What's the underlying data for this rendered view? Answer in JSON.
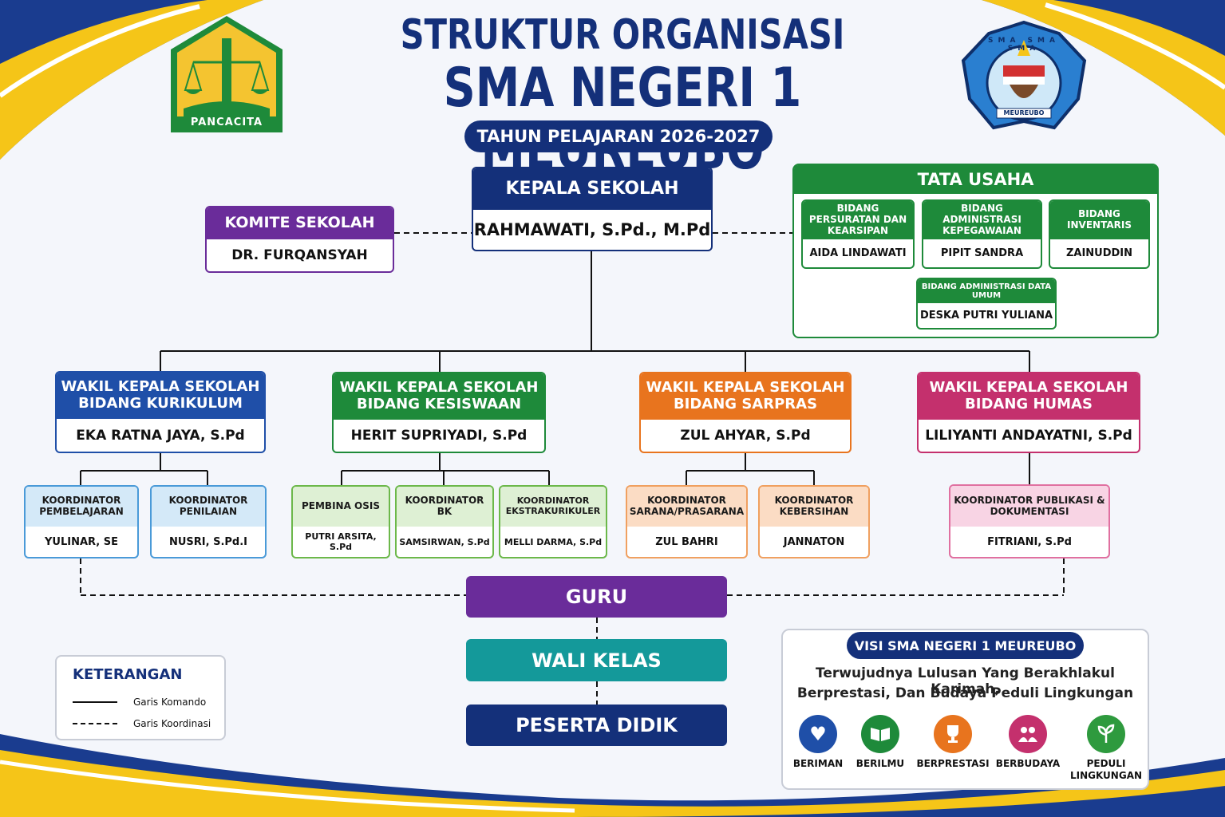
{
  "header": {
    "title_line1": "STRUKTUR ORGANISASI",
    "title_line2": "SMA NEGERI 1 MEUREUBO",
    "year": "TAHUN PELAJARAN 2026-2027",
    "logo_left_text": "PANCACITA",
    "logo_right_ring": "SMA SMA SMA",
    "logo_right_label": "MEUREUBO"
  },
  "kepala": {
    "title": "KEPALA SEKOLAH",
    "name": "RAHMAWATI, S.Pd., M.Pd"
  },
  "komite": {
    "title": "KOMITE SEKOLAH",
    "name": "DR. FURQANSYAH"
  },
  "tata_usaha": {
    "title": "TATA USAHA",
    "units": [
      {
        "title": "BIDANG PERSURATAN DAN KEARSIPAN",
        "name": "AIDA LINDAWATI"
      },
      {
        "title": "BIDANG ADMINISTRASI KEPEGAWAIAN",
        "name": "PIPIT SANDRA"
      },
      {
        "title": "BIDANG INVENTARIS",
        "name": "ZAINUDDIN"
      },
      {
        "title": "BIDANG ADMINISTRASI DATA UMUM",
        "name": "DESKA PUTRI YULIANA"
      }
    ]
  },
  "wakil": [
    {
      "title1": "WAKIL KEPALA SEKOLAH",
      "title2": "BIDANG KURIKULUM",
      "name": "EKA RATNA JAYA, S.Pd"
    },
    {
      "title1": "WAKIL KEPALA SEKOLAH",
      "title2": "BIDANG KESISWAAN",
      "name": "HERIT SUPRIYADI, S.Pd"
    },
    {
      "title1": "WAKIL KEPALA SEKOLAH",
      "title2": "BIDANG SARPRAS",
      "name": "ZUL AHYAR, S.Pd"
    },
    {
      "title1": "WAKIL KEPALA SEKOLAH",
      "title2": "BIDANG HUMAS",
      "name": "LILIYANTI ANDAYATNI, S.Pd"
    }
  ],
  "koordinator": [
    {
      "title": "KOORDINATOR PEMBELAJARAN",
      "name": "YULINAR, SE"
    },
    {
      "title": "KOORDINATOR PENILAIAN",
      "name": "NUSRI, S.Pd.I"
    },
    {
      "title": "PEMBINA OSIS",
      "name": "PUTRI ARSITA, S.Pd"
    },
    {
      "title": "KOORDINATOR BK",
      "name": "SAMSIRWAN, S.Pd"
    },
    {
      "title": "KOORDINATOR EKSTRAKURIKULER",
      "name": "MELLI DARMA, S.Pd"
    },
    {
      "title": "KOORDINATOR SARANA/PRASARANA",
      "name": "ZUL BAHRI"
    },
    {
      "title": "KOORDINATOR KEBERSIHAN",
      "name": "JANNATON"
    },
    {
      "title": "KOORDINATOR PUBLIKASI & DOKUMENTASI",
      "name": "FITRIANI, S.Pd"
    }
  ],
  "bottom": {
    "guru": "GURU",
    "wali": "WALI KELAS",
    "peserta": "PESERTA DIDIK"
  },
  "legend": {
    "title": "KETERANGAN",
    "komando": "Garis Komando",
    "koordinasi": "Garis Koordinasi"
  },
  "visi": {
    "title": "VISI SMA NEGERI 1 MEUREUBO",
    "line1": "Terwujudnya Lulusan Yang Berakhlakul Karimah,",
    "line2": "Berprestasi, Dan Budaya Peduli Lingkungan",
    "values": [
      {
        "label": "BERIMAN",
        "icon": "heart-hand-icon",
        "color": "#1f4fa8"
      },
      {
        "label": "BERILMU",
        "icon": "book-icon",
        "color": "#1e8a3a"
      },
      {
        "label": "BERPRESTASI",
        "icon": "trophy-icon",
        "color": "#e8741e"
      },
      {
        "label": "BERBUDAYA",
        "icon": "people-icon",
        "color": "#c4306d"
      },
      {
        "label": "PEDULI LINGKUNGAN",
        "icon": "leaf-icon",
        "color": "#2e9a3e"
      }
    ]
  },
  "colors": {
    "navy": "#14307a",
    "green": "#1e8a3a",
    "orange": "#e8741e",
    "magenta": "#c4306d",
    "purple": "#6a2c9a",
    "teal": "#14999a",
    "blue": "#1f4fa8"
  }
}
